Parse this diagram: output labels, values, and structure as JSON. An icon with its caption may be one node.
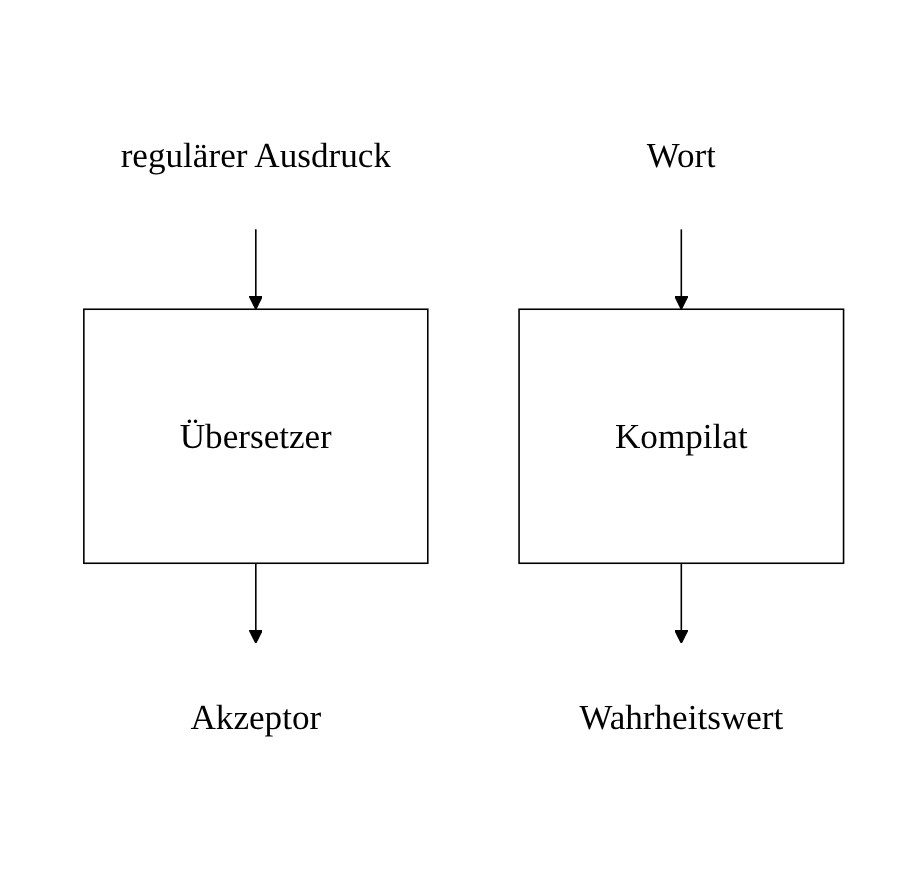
{
  "diagram": {
    "nodes": [
      {
        "text": [
          "regulärer Ausdruck"
        ]
      },
      {
        "text": [
          "Übersetzer"
        ]
      },
      {
        "text": [
          "Akzeptor"
        ]
      },
      {
        "text": [
          "Wort"
        ]
      },
      {
        "text": [
          "Kompilat"
        ]
      },
      {
        "text": [
          "Wahrheitswert"
        ]
      }
    ],
    "edges": [
      {
        "from": 0,
        "to": 1,
        "arrow": "to"
      },
      {
        "from": 1,
        "to": 2,
        "arrow": "to"
      },
      {
        "from": 3,
        "to": 4,
        "arrow": "to"
      },
      {
        "from": 4,
        "to": 5,
        "arrow": "to"
      }
    ]
  }
}
